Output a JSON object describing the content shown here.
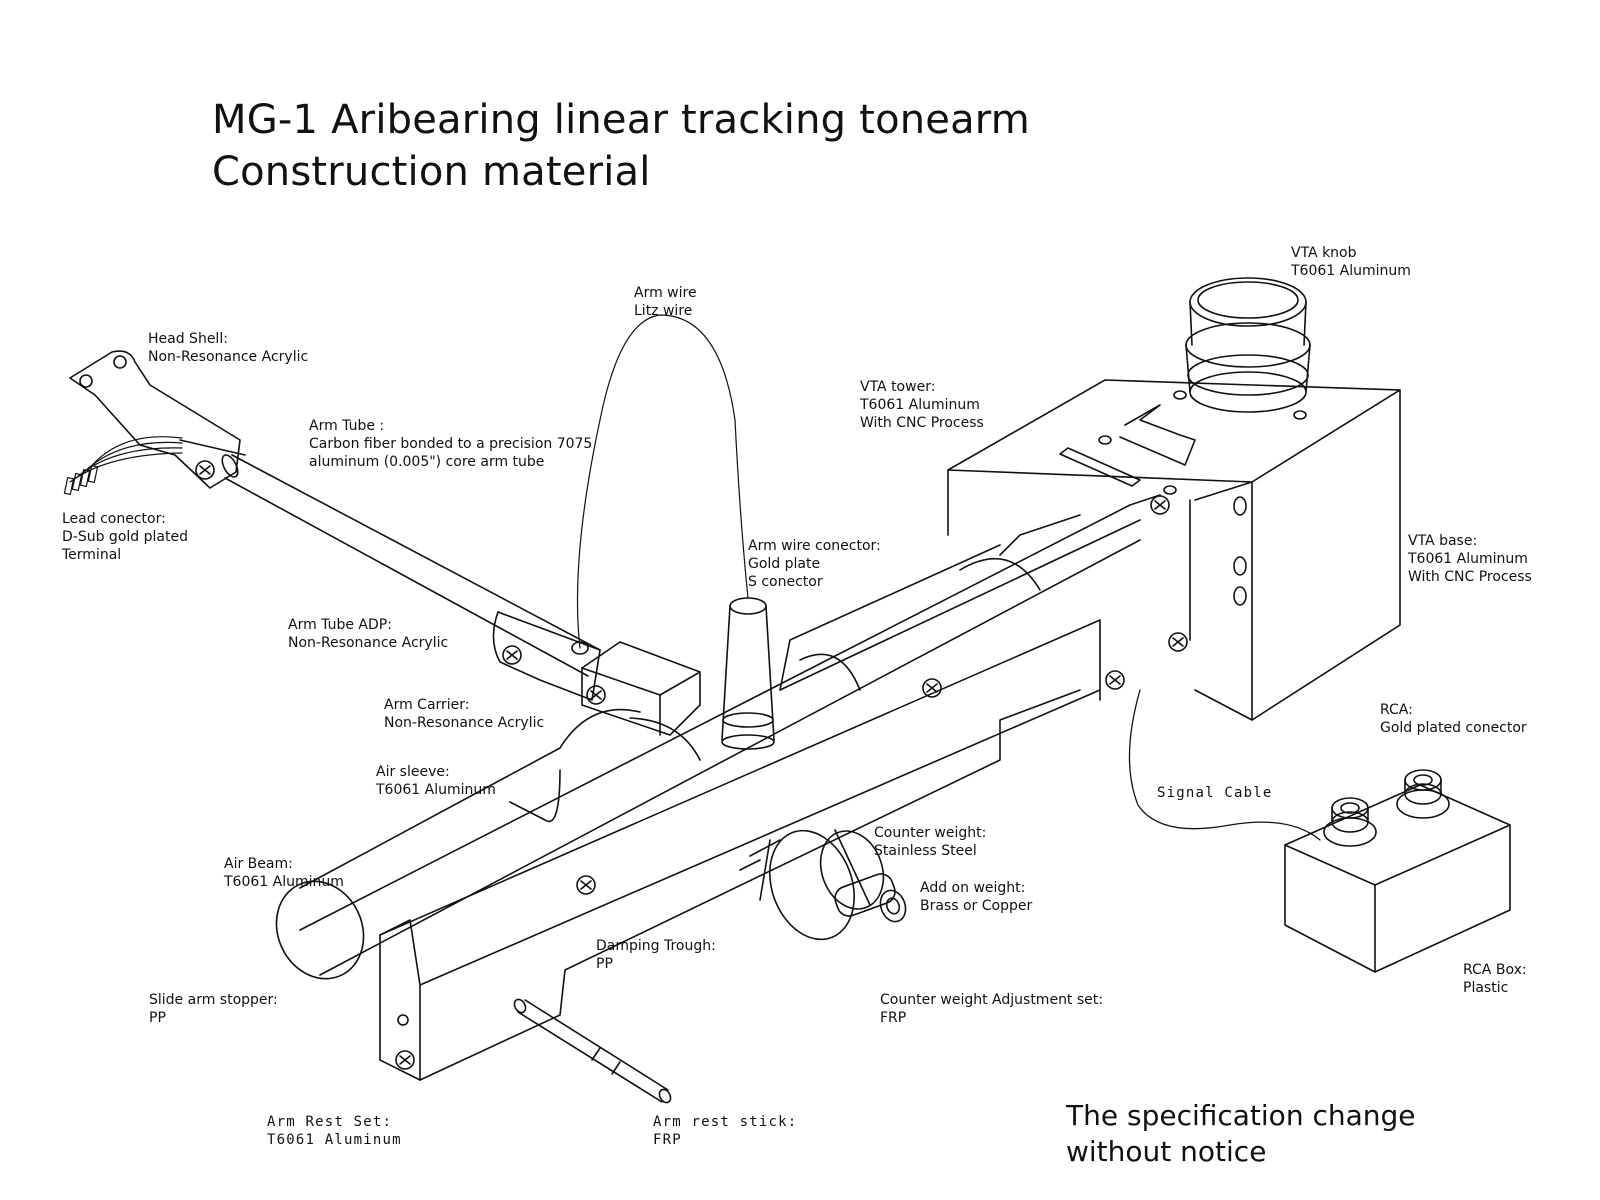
{
  "title": {
    "line1": "MG-1 Aribearing  linear tracking tonearm",
    "line2": "Construction material"
  },
  "labels": {
    "head_shell": [
      "Head Shell:",
      "Non-Resonance Acrylic"
    ],
    "arm_wire": [
      "Arm wire",
      "Litz wire"
    ],
    "vta_knob": [
      "VTA knob",
      "T6061 Aluminum"
    ],
    "vta_tower": [
      "VTA tower:",
      "T6061 Aluminum",
      "With CNC Process"
    ],
    "arm_tube": [
      "Arm Tube :",
      "Carbon fiber bonded to a precision 7075",
      "aluminum (0.005\") core arm tube"
    ],
    "lead_connector": [
      "Lead conector:",
      "D-Sub gold plated",
      "Terminal"
    ],
    "arm_wire_connector": [
      "Arm wire conector:",
      "Gold plate",
      "S conector"
    ],
    "vta_base": [
      "VTA base:",
      "T6061 Aluminum",
      "With CNC Process"
    ],
    "arm_tube_adp": [
      "Arm Tube ADP:",
      "Non-Resonance Acrylic"
    ],
    "arm_carrier": [
      "Arm Carrier:",
      "Non-Resonance Acrylic"
    ],
    "rca": [
      "RCA:",
      "Gold plated conector"
    ],
    "air_sleeve": [
      "Air sleeve:",
      "T6061 Aluminum"
    ],
    "signal_cable": [
      "Signal Cable"
    ],
    "counter_weight": [
      "Counter weight:",
      "Stainless Steel"
    ],
    "air_beam": [
      "Air Beam:",
      "T6061 Aluminum"
    ],
    "add_on_weight": [
      "Add on weight:",
      "Brass or Copper"
    ],
    "damping_trough": [
      "Damping Trough:",
      "PP"
    ],
    "rca_box": [
      "RCA Box:",
      "Plastic"
    ],
    "slide_arm_stopper": [
      "Slide arm stopper:",
      "PP"
    ],
    "counter_weight_adjustment": [
      "Counter weight Adjustment set:",
      "FRP"
    ],
    "arm_rest_set": [
      "Arm Rest Set:",
      "T6061 Aluminum"
    ],
    "arm_rest_stick": [
      "Arm rest stick:",
      "FRP"
    ]
  },
  "notice": {
    "line1": "The specification change",
    "line2": "without notice"
  }
}
